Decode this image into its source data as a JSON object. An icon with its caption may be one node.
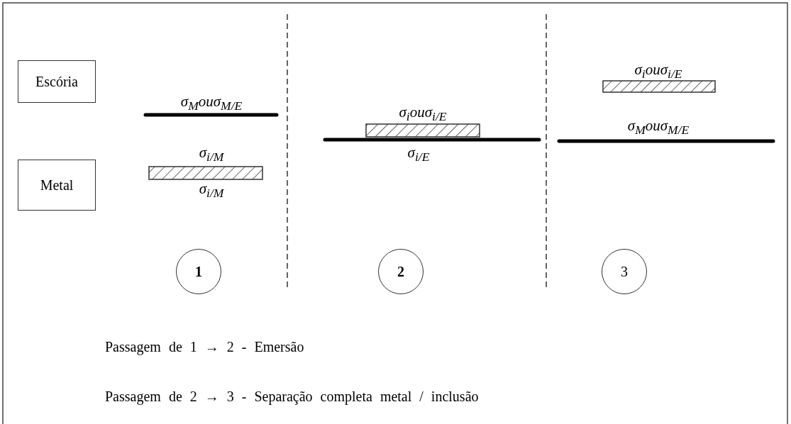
{
  "diagram": {
    "nodes": [
      {
        "text": [
          "Escória"
        ]
      },
      {
        "text": [
          "Metal"
        ]
      },
      {
        "text": [
          "1"
        ]
      },
      {
        "text": [
          "2"
        ]
      },
      {
        "text": [
          "3"
        ]
      },
      {
        "text": [],
        "shape": "bar"
      },
      {
        "text": [],
        "shape": "bar"
      },
      {
        "text": [],
        "shape": "bar"
      }
    ],
    "edges": [],
    "labels": [
      "σ$_{M}$ouσ$_{M/E}$",
      "σ$_{i/M}$",
      "σ$_{i/M}$",
      "σ$_{i}$ouσ$_{i/E}$",
      "σ$_{i/E}$",
      "σ$_{i}$ouσ$_{i/E}$",
      "σ$_{M}$ouσ$_{M/E}$",
      "Passagem de 1 → 2 - Emersão",
      "Passagem de 2 → 3 - Separação completa metal / inclusão"
    ]
  }
}
